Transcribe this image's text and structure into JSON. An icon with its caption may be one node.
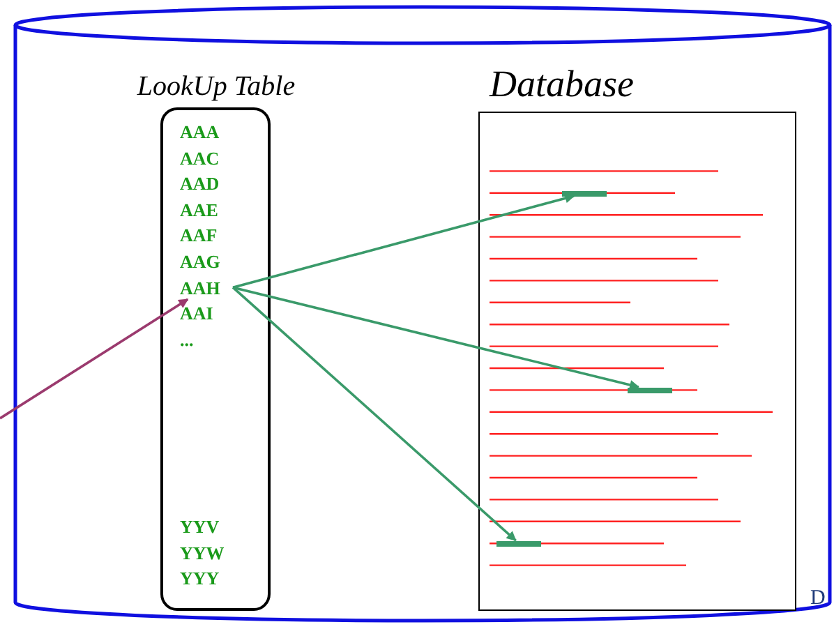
{
  "diagram": {
    "nodes": [
      {
        "text": [],
        "shape": "cylinder"
      },
      {
        "text": [
          "LookUp Table"
        ],
        "in": 0
      },
      {
        "text": [
          "AAA"
        ],
        "in": 1
      },
      {
        "text": [
          "AAC"
        ],
        "in": 1
      },
      {
        "text": [
          "AAD"
        ],
        "in": 1
      },
      {
        "text": [
          "AAE"
        ],
        "in": 1
      },
      {
        "text": [
          "AAF"
        ],
        "in": 1
      },
      {
        "text": [
          "AAG"
        ],
        "in": 1
      },
      {
        "text": [
          "AAH"
        ],
        "in": 1
      },
      {
        "text": [
          "AAI"
        ],
        "in": 1
      },
      {
        "text": [
          "..."
        ],
        "in": 1
      },
      {
        "text": [
          "YYV"
        ],
        "in": 1
      },
      {
        "text": [
          "YYW"
        ],
        "in": 1
      },
      {
        "text": [
          "YYY"
        ],
        "in": 1
      },
      {
        "text": [
          "Database"
        ],
        "in": 0
      },
      {
        "text": [],
        "shape": "bar",
        "in": 14
      },
      {
        "text": [],
        "shape": "bar",
        "in": 14
      },
      {
        "text": [],
        "shape": "bar",
        "in": 14
      }
    ],
    "edges": [
      {
        "from": 8,
        "to": 15,
        "arrow": "to"
      },
      {
        "from": 8,
        "to": 16,
        "arrow": "to"
      },
      {
        "from": 8,
        "to": 17,
        "arrow": "to"
      },
      {
        "from": null,
        "to": 8,
        "arrow": "to",
        "color": "#9b3a6e"
      }
    ],
    "labels": [
      "D"
    ]
  }
}
